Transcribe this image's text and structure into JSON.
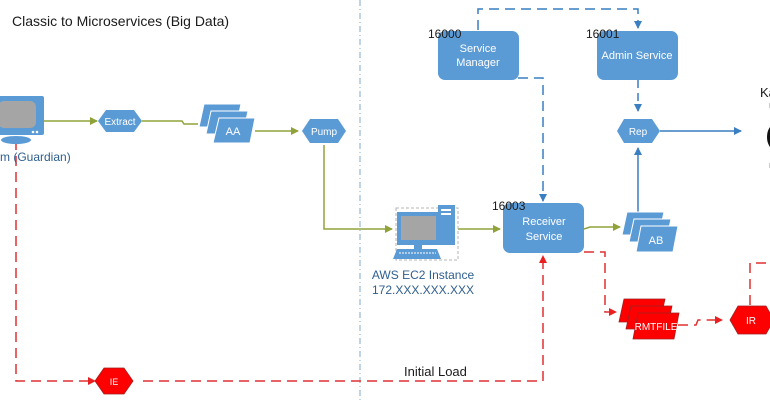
{
  "title": "Classic to Microservices (Big Data)",
  "colors": {
    "node_blue": "#5b9bd5",
    "node_red": "#ff0000",
    "flow_green": "#8fa33a",
    "flow_blue": "#3a7fc1",
    "flow_red": "#e03030",
    "divider": "#7fa8c9"
  },
  "nodes": {
    "source": {
      "label": "m (Guardian)",
      "icon": "monitor-icon"
    },
    "extract": {
      "label": "Extract",
      "shape": "hexagon"
    },
    "aa": {
      "label": "AA",
      "shape": "stacked-parallelogram"
    },
    "pump": {
      "label": "Pump",
      "shape": "hexagon"
    },
    "ec2": {
      "label_line1": "AWS EC2 Instance",
      "label_line2": "172.XXX.XXX.XXX",
      "icon": "desktop-computer-icon"
    },
    "service_manager": {
      "port": "16000",
      "label_line1": "Service",
      "label_line2": "Manager"
    },
    "admin_service": {
      "port": "16001",
      "label": "Admin Service"
    },
    "receiver_service": {
      "port": "16003",
      "label_line1": "Receiver",
      "label_line2": "Service"
    },
    "rep": {
      "label": "Rep",
      "shape": "hexagon"
    },
    "ab": {
      "label": "AB",
      "shape": "stacked-parallelogram"
    },
    "rmtfile": {
      "label": "RMTFILE",
      "shape": "stacked-parallelogram"
    },
    "ir": {
      "label": "IR",
      "shape": "hexagon"
    },
    "ie": {
      "label": "IE",
      "shape": "hexagon"
    },
    "kafka": {
      "label": "Ka"
    }
  },
  "annotations": {
    "initial_load": "Initial Load"
  }
}
